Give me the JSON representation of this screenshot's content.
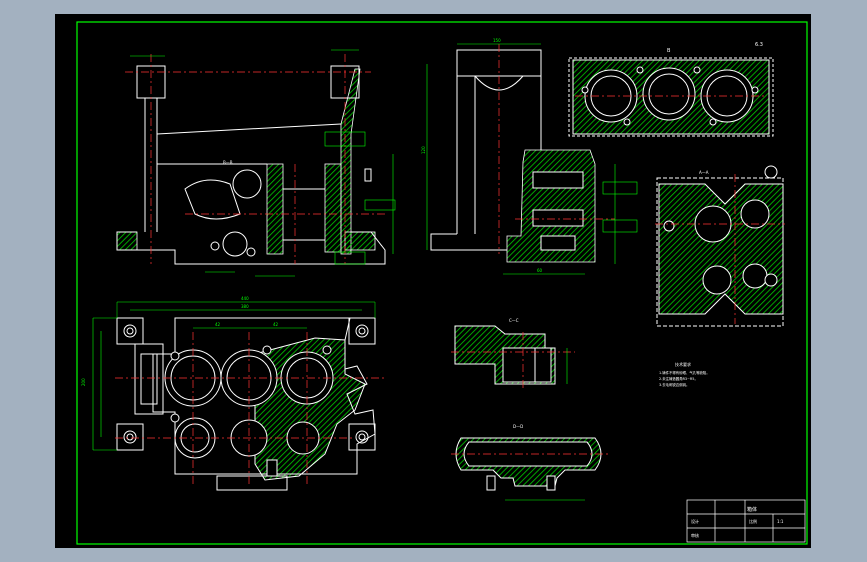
{
  "drawing": {
    "title_block": {
      "title": "箱体",
      "scale": "1:1",
      "label_a": "设计",
      "label_b": "审核",
      "label_c": "比例"
    },
    "section_labels": {
      "top_right_view": "B",
      "roughness": "6.3",
      "section_aa": "A—A",
      "section_bb": "B—B",
      "section_cc": "C—C",
      "section_dd": "D—D"
    },
    "notes_title": "技术要求",
    "notes": [
      "1.铸件不得有砂眼、气孔等缺陷。",
      "2.未注铸造圆角R3~R5。",
      "3.去毛刺锐边倒钝。"
    ],
    "dims": {
      "d1": "440",
      "d2": "380",
      "d3": "42",
      "d4": "42",
      "d5": "200",
      "d6": "150",
      "d7": "120",
      "d8": "60"
    },
    "colors": {
      "background": "#000000",
      "frame": "#00ff00",
      "outline": "#ffffff",
      "center_line": "#ff3333",
      "dimension": "#00ff00",
      "hatch": "#00cc00"
    }
  }
}
